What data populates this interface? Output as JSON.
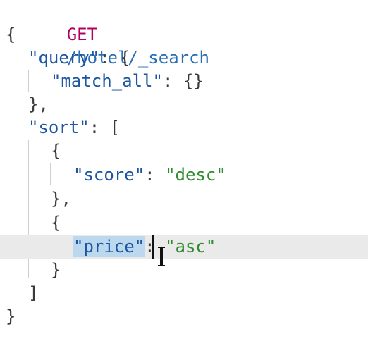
{
  "editor": {
    "request": {
      "method": "GET",
      "path": "/hotel/_search"
    },
    "lines": {
      "l1": "{",
      "l2_key": "\"query\"",
      "l2_rest": ": {",
      "l3_key": "\"match_all\"",
      "l3_rest": ": {}",
      "l4": "},",
      "l5_key": "\"sort\"",
      "l5_rest": ": [",
      "l6": "{",
      "l7_key": "\"score\"",
      "l7_colon": ": ",
      "l7_val": "\"desc\"",
      "l8": "},",
      "l9": "{",
      "l10_key": "\"price\"",
      "l10_colon": ": ",
      "l10_val": "\"asc\"",
      "l11": "}",
      "l12": "]",
      "l13": "}"
    },
    "colors": {
      "method": "#b00060",
      "path": "#2a6fb5",
      "key": "#1c55a0",
      "string": "#2e8b2e",
      "selection": "#bcd8ee",
      "active_line": "#eaeaea"
    },
    "cursor_icon": "text-cursor-ibeam-icon"
  }
}
